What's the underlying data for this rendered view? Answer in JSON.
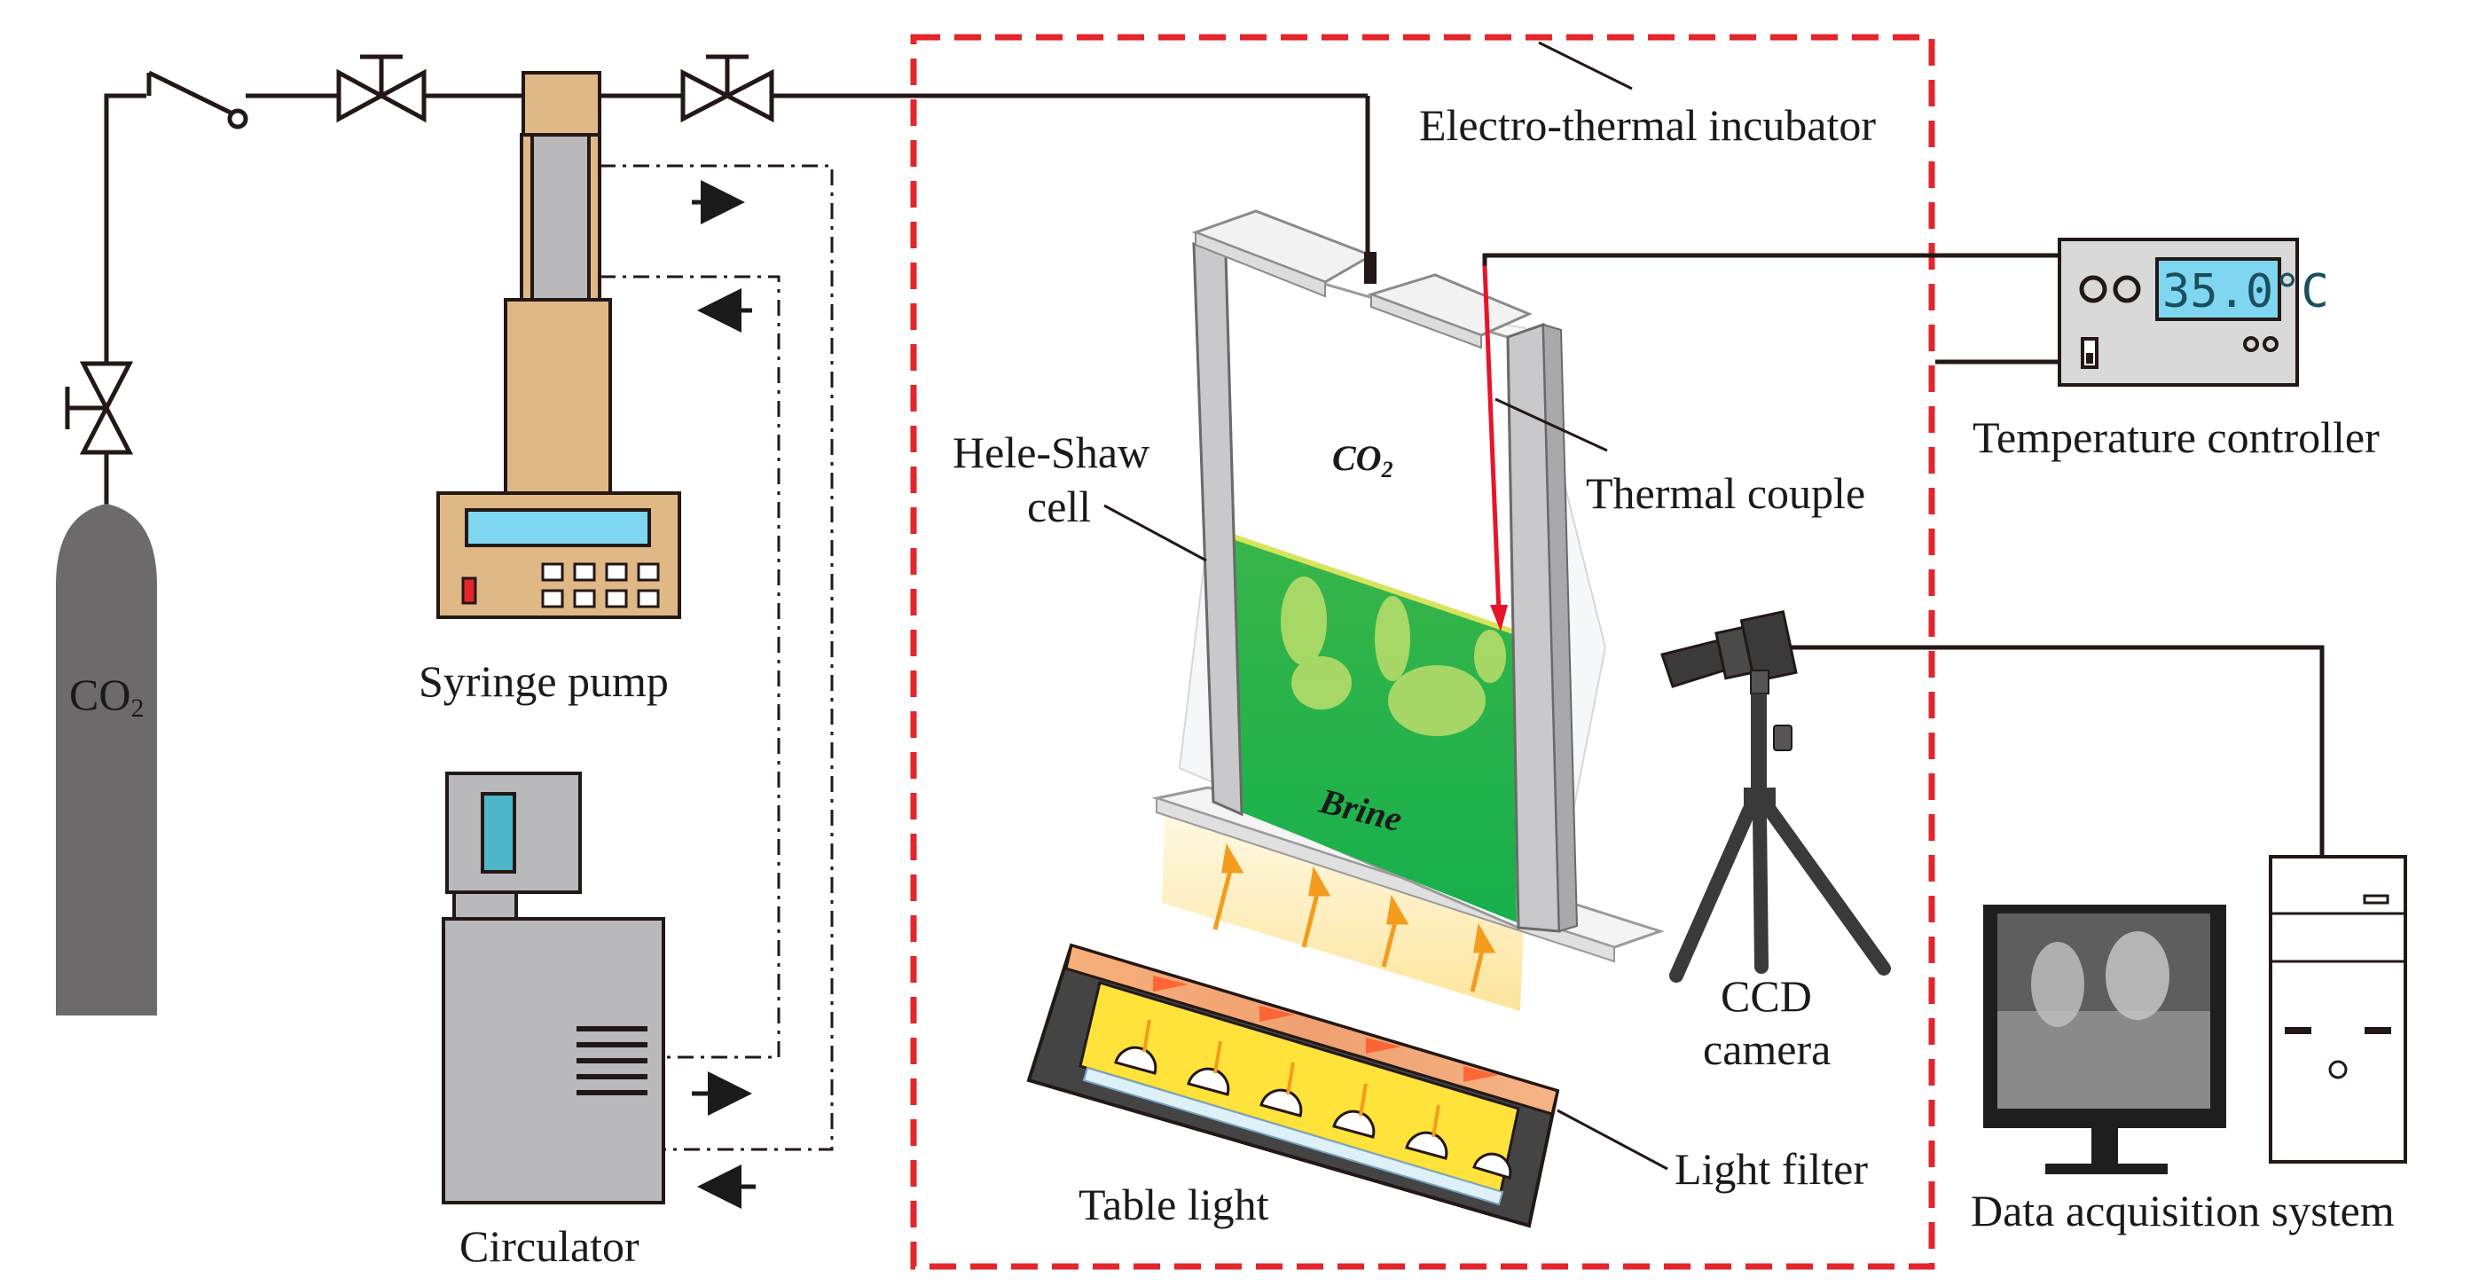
{
  "labels": {
    "incubator": "Electro-thermal incubator",
    "co2_cylinder_base": "CO",
    "co2_cylinder_sub": "2",
    "syringe_pump": "Syringe pump",
    "circulator": "Circulator",
    "hele_shaw_line1": "Hele-Shaw",
    "hele_shaw_line2": "cell",
    "co2_cell_base": "CO",
    "co2_cell_sub": "2",
    "brine": "Brine",
    "thermal_couple": "Thermal couple",
    "temperature_controller": "Temperature controller",
    "display_reading": "35.0°C",
    "ccd_line1": "CCD",
    "ccd_line2": "camera",
    "light_filter": "Light filter",
    "table_light": "Table light",
    "data_acquisition": "Data acquisition system"
  },
  "colors": {
    "line": "#231815",
    "incubator_border": "#e3262c",
    "cylinder": "#6d6a6b",
    "pump_body": "#e0b886",
    "circulator_body": "#b9b9bb",
    "brine_green": "#1fb84a",
    "controller_display": "#7fd6f0",
    "thermocouple": "#e8142a",
    "light_glow": "#fde9a8"
  }
}
